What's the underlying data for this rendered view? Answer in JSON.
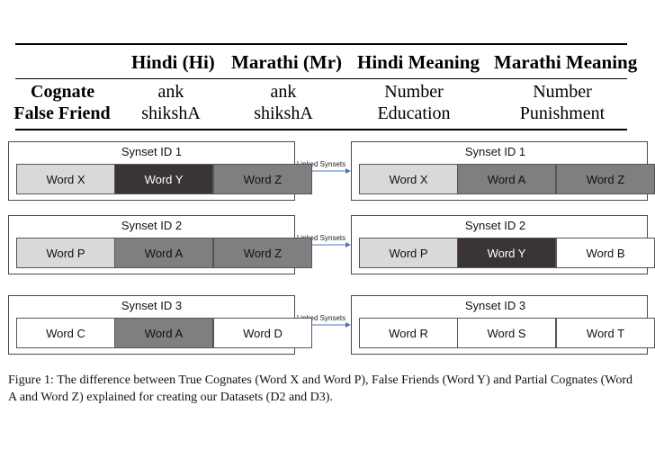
{
  "table": {
    "headers": [
      "",
      "Hindi (Hi)",
      "Marathi (Mr)",
      "Hindi Meaning",
      "Marathi Meaning"
    ],
    "rows": [
      {
        "label": "Cognate",
        "hi": "ank",
        "mr": "ank",
        "hi_meaning": "Number",
        "mr_meaning": "Number"
      },
      {
        "label": "False Friend",
        "hi": "shikshA",
        "mr": "shikshA",
        "hi_meaning": "Education",
        "mr_meaning": "Punishment"
      }
    ]
  },
  "diagram": {
    "link_label": "Linked Synsets",
    "left": [
      {
        "title": "Synset ID 1",
        "words": [
          "Word X",
          "Word Y",
          "Word Z"
        ],
        "shades": [
          "light",
          "dark",
          "mid"
        ]
      },
      {
        "title": "Synset ID 2",
        "words": [
          "Word P",
          "Word A",
          "Word Z"
        ],
        "shades": [
          "light",
          "mid",
          "mid"
        ]
      },
      {
        "title": "Synset ID 3",
        "words": [
          "Word C",
          "Word A",
          "Word D"
        ],
        "shades": [
          "white",
          "mid",
          "white"
        ]
      }
    ],
    "right": [
      {
        "title": "Synset ID 1",
        "words": [
          "Word X",
          "Word A",
          "Word Z"
        ],
        "shades": [
          "light",
          "mid",
          "mid"
        ]
      },
      {
        "title": "Synset ID 2",
        "words": [
          "Word P",
          "Word Y",
          "Word B"
        ],
        "shades": [
          "light",
          "dark",
          "white"
        ]
      },
      {
        "title": "Synset ID 3",
        "words": [
          "Word R",
          "Word S",
          "Word T"
        ],
        "shades": [
          "white",
          "white",
          "white"
        ]
      }
    ],
    "colors": {
      "light": "#d9d9d9",
      "mid": "#7f7f7f",
      "dark": "#3a3434",
      "white": "#ffffff",
      "arrow": "#4a78c2"
    }
  },
  "caption": {
    "line1": "Figure 1: The difference between True Cognates (Word X and Word P), False Friends (Word Y) and Partial Cognates (Word",
    "line2": "A and Word Z) explained for creating our Datasets (D2 and D3)."
  }
}
